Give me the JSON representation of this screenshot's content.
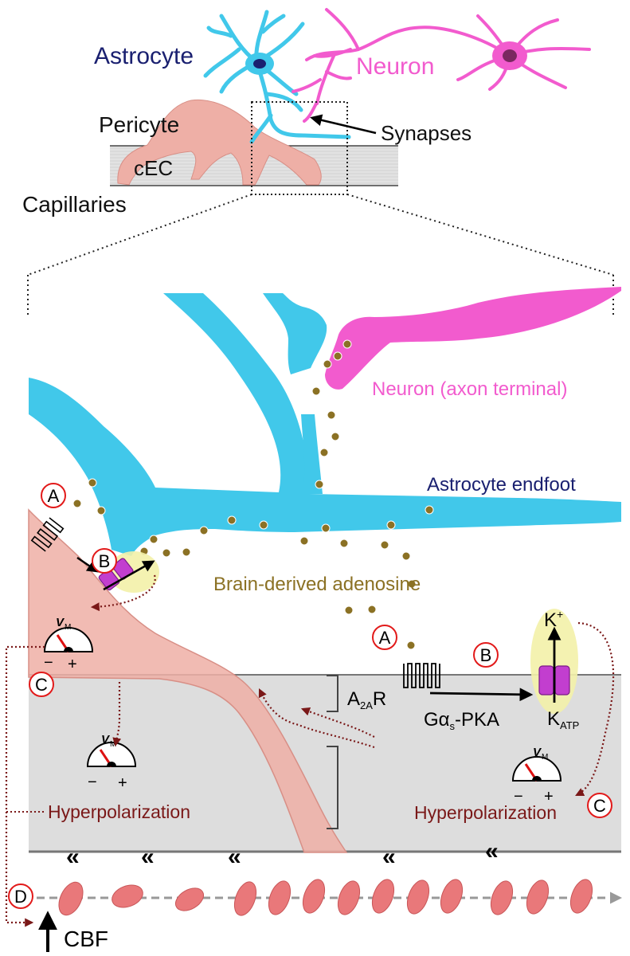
{
  "overview": {
    "astrocyte": "Astrocyte",
    "neuron": "Neuron",
    "pericyte": "Pericyte",
    "synapses": "Synapses",
    "cec": "cEC",
    "capillaries": "Capillaries"
  },
  "detail": {
    "neuron_terminal": "Neuron (axon terminal)",
    "astrocyte_endfoot": "Astrocyte endfoot",
    "adenosine": "Brain-derived adenosine",
    "a2ar_main": "A",
    "a2ar_sub": "2A",
    "a2ar_tail": "R",
    "gas_g": "G",
    "gas_alpha": "α",
    "gas_sub": "s",
    "gas_tail": "-PKA",
    "katp_main": "K",
    "katp_sub": "ATP",
    "kplus_main": "K",
    "kplus_sup": "+",
    "vm_v": "V",
    "vm_sub": "M",
    "minus": "−",
    "plus": "+",
    "hyper_left": "Hyperpolarization",
    "hyper_right": "Hyperpolarization",
    "cbf": "CBF"
  },
  "markers": {
    "a": "A",
    "b": "B",
    "c": "C",
    "d": "D"
  },
  "colors": {
    "astrocyte": "#41C8EA",
    "neuron": "#F25BCE",
    "pericyte": "#EEAFA6",
    "adenosine": "#8B7124",
    "endothelium": "#DDDDDD",
    "channel": "#C23ECF",
    "hyperpolarization": "#7A1818",
    "marker_ring": "#E21A1A"
  }
}
